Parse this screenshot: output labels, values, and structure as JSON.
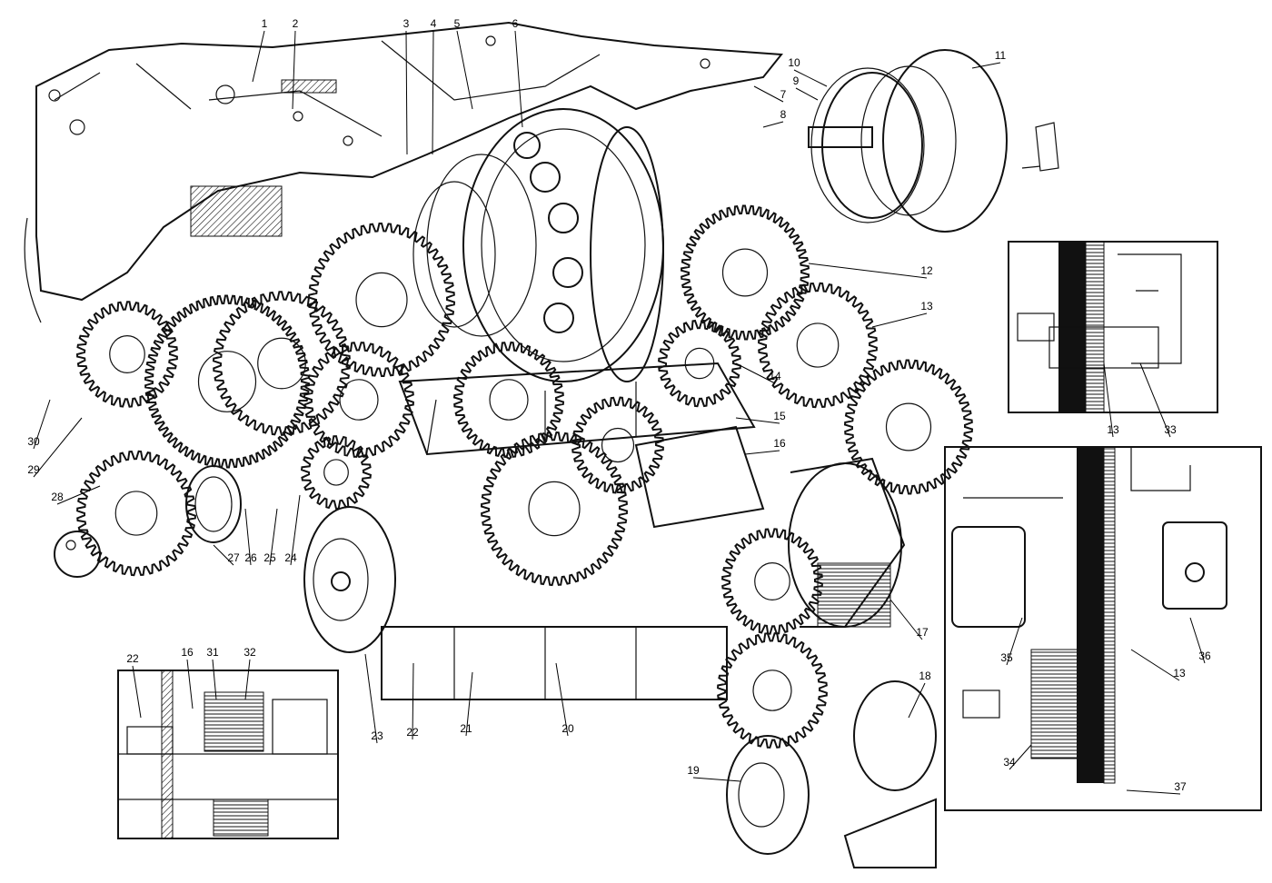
{
  "callouts": [
    {
      "id": "1",
      "text": "1"
    },
    {
      "id": "2",
      "text": "2"
    },
    {
      "id": "3",
      "text": "3"
    },
    {
      "id": "4",
      "text": "4"
    },
    {
      "id": "5",
      "text": "5"
    },
    {
      "id": "6",
      "text": "6"
    },
    {
      "id": "7",
      "text": "7"
    },
    {
      "id": "8",
      "text": "8"
    },
    {
      "id": "9",
      "text": "9"
    },
    {
      "id": "10",
      "text": "10"
    },
    {
      "id": "11",
      "text": "11"
    },
    {
      "id": "12",
      "text": "12"
    },
    {
      "id": "13a",
      "text": "13"
    },
    {
      "id": "14",
      "text": "14"
    },
    {
      "id": "15",
      "text": "15"
    },
    {
      "id": "16a",
      "text": "16"
    },
    {
      "id": "17",
      "text": "17"
    },
    {
      "id": "18",
      "text": "18"
    },
    {
      "id": "19",
      "text": "19"
    },
    {
      "id": "20",
      "text": "20"
    },
    {
      "id": "21",
      "text": "21"
    },
    {
      "id": "22a",
      "text": "22"
    },
    {
      "id": "23",
      "text": "23"
    },
    {
      "id": "24",
      "text": "24"
    },
    {
      "id": "25",
      "text": "25"
    },
    {
      "id": "26",
      "text": "26"
    },
    {
      "id": "27",
      "text": "27"
    },
    {
      "id": "28",
      "text": "28"
    },
    {
      "id": "29",
      "text": "29"
    },
    {
      "id": "30",
      "text": "30"
    },
    {
      "id": "22b",
      "text": "22"
    },
    {
      "id": "16b",
      "text": "16"
    },
    {
      "id": "31",
      "text": "31"
    },
    {
      "id": "32",
      "text": "32"
    },
    {
      "id": "13b",
      "text": "13"
    },
    {
      "id": "33",
      "text": "33"
    },
    {
      "id": "35",
      "text": "35"
    },
    {
      "id": "36",
      "text": "36"
    },
    {
      "id": "13c",
      "text": "13"
    },
    {
      "id": "34",
      "text": "34"
    },
    {
      "id": "37",
      "text": "37"
    }
  ],
  "colors": {
    "ink": "#111111",
    "paper": "#ffffff"
  }
}
